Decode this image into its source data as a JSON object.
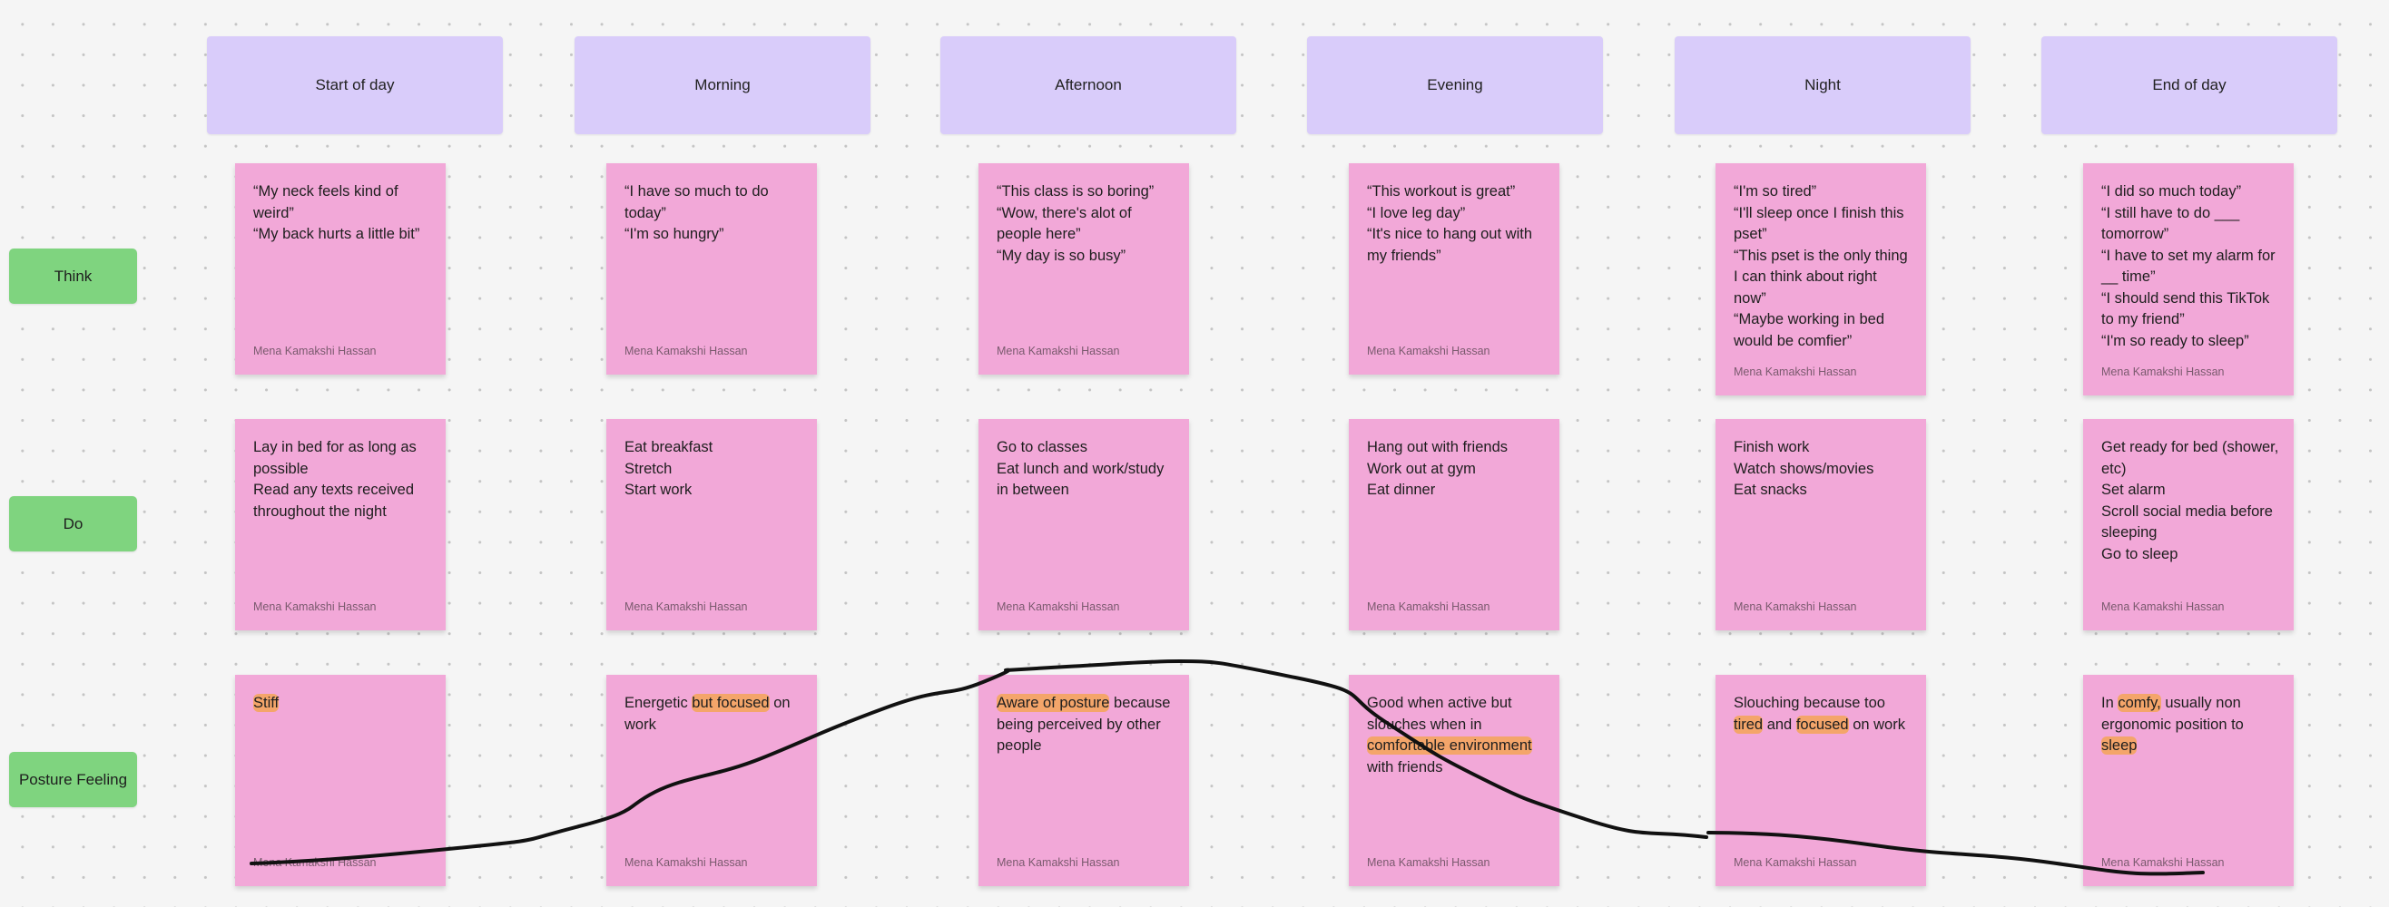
{
  "columns": [
    "Start of day",
    "Morning",
    "Afternoon",
    "Evening",
    "Night",
    "End of day"
  ],
  "rows": [
    "Think",
    "Do",
    "Posture Feeling"
  ],
  "author": "Mena Kamakshi Hassan",
  "think": [
    "“My neck feels kind of weird”\n“My back hurts a little bit”",
    "“I have so much to do today”\n“I'm so hungry”",
    "“This class is so boring”\n“Wow, there's alot of people here”\n“My day is so busy”",
    "“This workout is great”\n“I love leg day”\n“It's nice to hang out with my friends”",
    "“I'm so tired”\n“I'll sleep once I finish this pset”\n“This pset is the only thing I can think about right now”\n“Maybe working in bed would be comfier”",
    "“I did so much today”\n“I still have to do ___ tomorrow”\n“I have to set my alarm for __ time”\n“I should send this TikTok to my friend”\n“I'm so ready to sleep”"
  ],
  "do": [
    "Lay in bed for as long as possible\nRead any texts received throughout the night",
    "Eat breakfast\nStretch\nStart work",
    "Go to classes\nEat lunch and work/study in between",
    "Hang out with friends\nWork out at gym\nEat dinner",
    "Finish work\nWatch shows/movies\nEat snacks",
    "Get ready for bed (shower, etc)\nSet alarm\nScroll social media before sleeping\nGo to sleep"
  ],
  "posture": [
    [
      {
        "t": "Stiff",
        "h": true
      }
    ],
    [
      {
        "t": "Energetic "
      },
      {
        "t": "but focused",
        "h": true
      },
      {
        "t": " on work"
      }
    ],
    [
      {
        "t": "Aware of posture",
        "h": true
      },
      {
        "t": " because being perceived by other people"
      }
    ],
    [
      {
        "t": "Good when active but slouches when in "
      },
      {
        "t": "comfortable environment",
        "h": true
      },
      {
        "t": " with friends"
      }
    ],
    [
      {
        "t": "Slouching because too "
      },
      {
        "t": "tired",
        "h": true
      },
      {
        "t": " and "
      },
      {
        "t": "focused",
        "h": true
      },
      {
        "t": " on work"
      }
    ],
    [
      {
        "t": "In "
      },
      {
        "t": "comfy,",
        "h": true
      },
      {
        "t": " usually non ergonomic position to "
      },
      {
        "t": "sleep",
        "h": true
      }
    ]
  ],
  "colors": {
    "header": "#d9ccfa",
    "label": "#7fd47f",
    "note": "#f2a8d8",
    "highlight": "#f4a56a",
    "ink": "#111111"
  }
}
